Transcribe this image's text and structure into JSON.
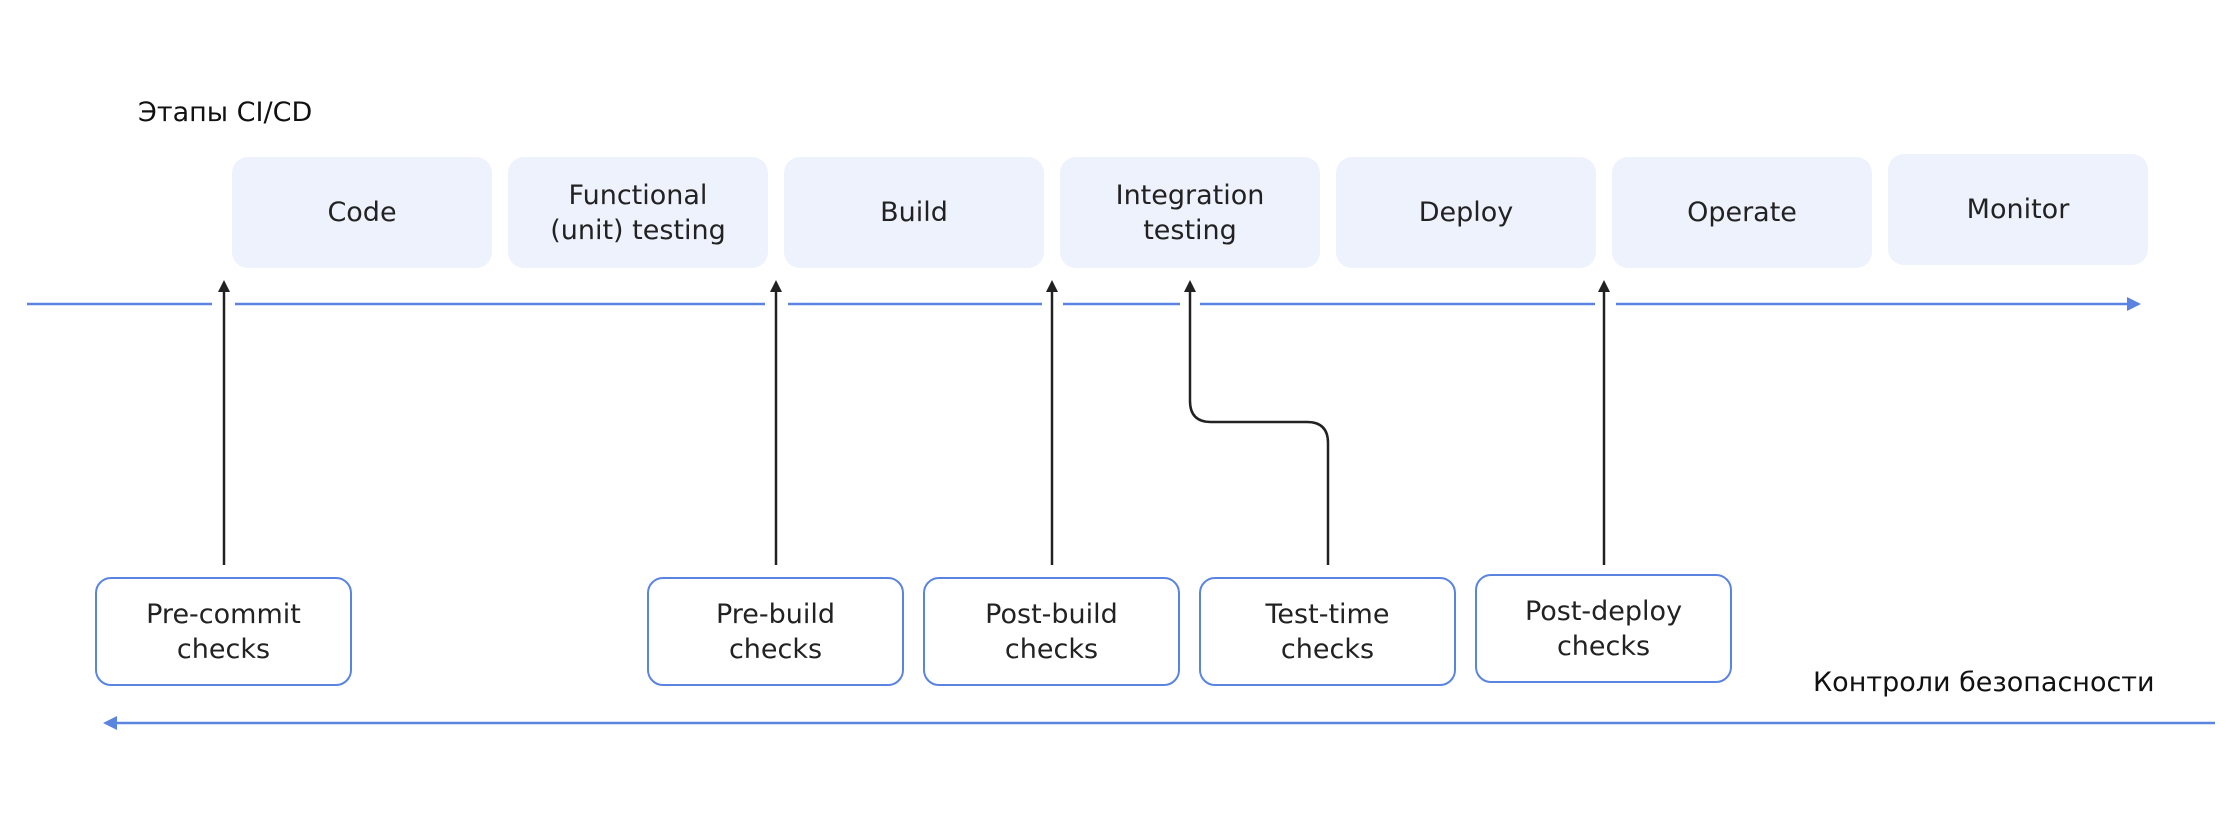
{
  "title_stages": "Этапы CI/CD",
  "title_controls": "Контроли безопасности",
  "stages": [
    {
      "label": "Code"
    },
    {
      "label": "Functional\n(unit) testing"
    },
    {
      "label": "Build"
    },
    {
      "label": "Integration\ntesting"
    },
    {
      "label": "Deploy"
    },
    {
      "label": "Operate"
    },
    {
      "label": "Monitor"
    }
  ],
  "checks": [
    {
      "label": "Pre-commit\nchecks"
    },
    {
      "label": "Pre-build\nchecks"
    },
    {
      "label": "Post-build\nchecks"
    },
    {
      "label": "Test-time\nchecks"
    },
    {
      "label": "Post-deploy\nchecks"
    }
  ],
  "colors": {
    "accent": "#5b84e0",
    "stage_fill": "#eef2fd",
    "arrow": "#222222"
  }
}
